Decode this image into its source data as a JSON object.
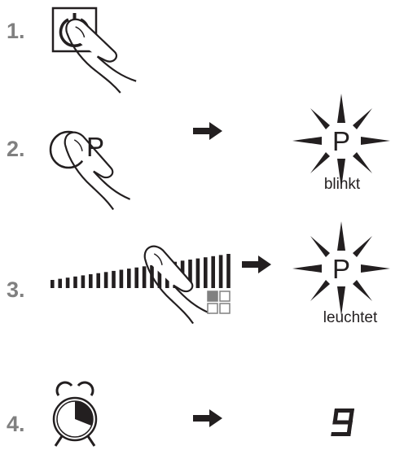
{
  "colors": {
    "ink": "#231f20",
    "step_number": "#808080",
    "zone_active": "#808080",
    "background": "#ffffff"
  },
  "steps": [
    {
      "number": "1.",
      "icon": "power-button-icon"
    },
    {
      "number": "2.",
      "icon": "p-button-icon",
      "button_label": "P",
      "result_label": "P",
      "result_caption": "blinkt"
    },
    {
      "number": "3.",
      "icon": "slider-icon",
      "result_label": "P",
      "result_caption": "leuchtet"
    },
    {
      "number": "4.",
      "icon": "alarm-clock-icon",
      "display_digit": "9"
    }
  ]
}
